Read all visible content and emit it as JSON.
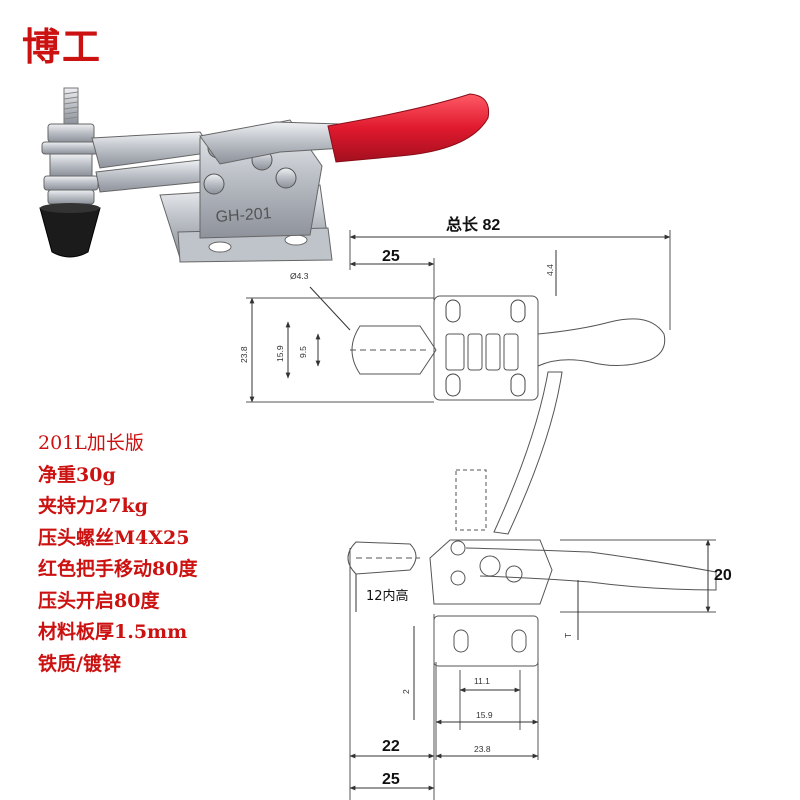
{
  "brand": "博工",
  "photo": {
    "part_marking": "GH-201"
  },
  "drawing": {
    "total_length": "总长 82",
    "dim_25_top": "25",
    "dim_4_4": "4.4",
    "dim_hole": "Ø4.3",
    "dim_23_8": "23.8",
    "dim_15_9": "15.9",
    "dim_9_5": "9.5",
    "dim_20": "20",
    "dim_12_inner": "12内高",
    "dim_T": "T",
    "dim_2": "2",
    "dim_11_1": "11.1",
    "dim_15_9_bottom": "15.9",
    "dim_22": "22",
    "dim_23_8_bottom": "23.8",
    "dim_25_bottom": "25"
  },
  "specs": [
    "201L加长版",
    "净重30g",
    "夹持力27kg",
    "压头螺丝M4X25",
    "红色把手移动80度",
    "压头开启80度",
    "材料板厚1.5mm",
    "铁质/镀锌"
  ],
  "colors": {
    "brand_red": "#cc1111",
    "handle_red": "#e0192e",
    "metal": "#c9ccd2",
    "line": "#555555"
  }
}
